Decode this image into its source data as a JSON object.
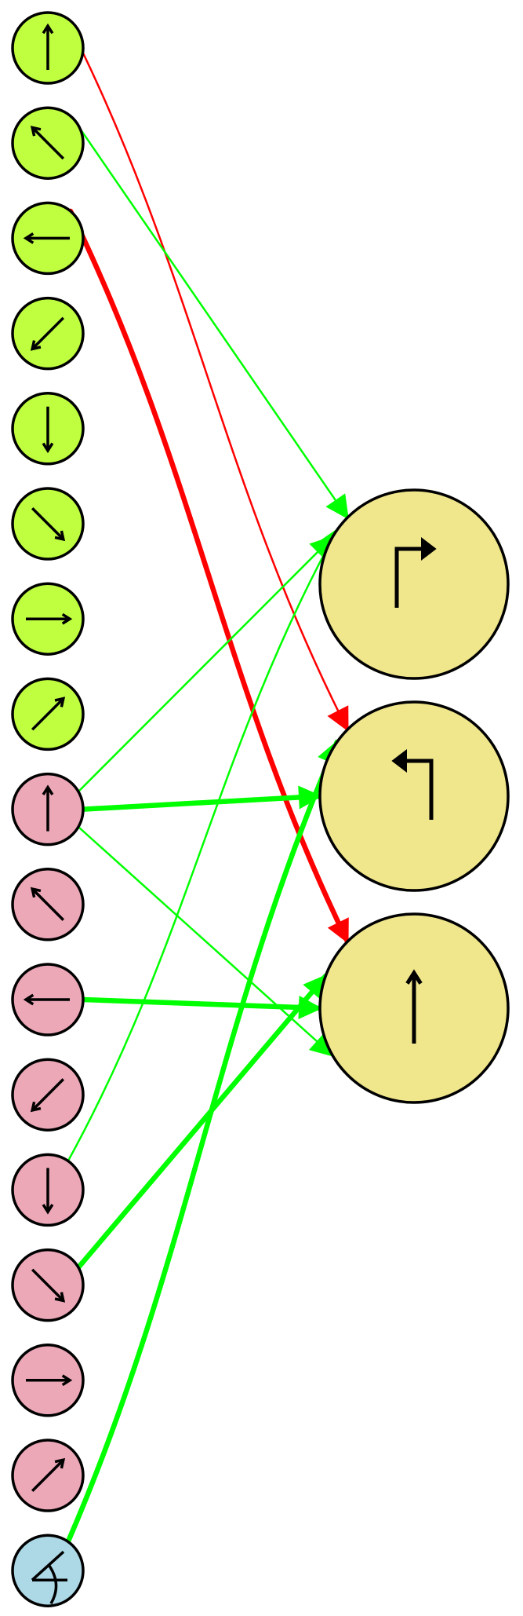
{
  "colors": {
    "node_green": "#bfff40",
    "node_pink": "#eda8b8",
    "node_blue": "#add8e6",
    "node_target": "#f0e68c",
    "edge_excitatory": "#00ff00",
    "edge_inhibitory": "#ff0000",
    "outline": "#000000"
  },
  "source_nodes": [
    {
      "id": "g-up",
      "group": "green",
      "icon": "arrow-up-icon"
    },
    {
      "id": "g-up-left",
      "group": "green",
      "icon": "arrow-up-left-icon"
    },
    {
      "id": "g-left",
      "group": "green",
      "icon": "arrow-left-icon"
    },
    {
      "id": "g-down-left",
      "group": "green",
      "icon": "arrow-down-left-icon"
    },
    {
      "id": "g-down",
      "group": "green",
      "icon": "arrow-down-icon"
    },
    {
      "id": "g-down-right",
      "group": "green",
      "icon": "arrow-down-right-icon"
    },
    {
      "id": "g-right",
      "group": "green",
      "icon": "arrow-right-icon"
    },
    {
      "id": "g-up-right",
      "group": "green",
      "icon": "arrow-up-right-icon"
    },
    {
      "id": "p-up",
      "group": "pink",
      "icon": "arrow-up-icon"
    },
    {
      "id": "p-up-left",
      "group": "pink",
      "icon": "arrow-up-left-icon"
    },
    {
      "id": "p-left",
      "group": "pink",
      "icon": "arrow-left-icon"
    },
    {
      "id": "p-down-left",
      "group": "pink",
      "icon": "arrow-down-left-icon"
    },
    {
      "id": "p-down",
      "group": "pink",
      "icon": "arrow-down-icon"
    },
    {
      "id": "p-down-right",
      "group": "pink",
      "icon": "arrow-down-right-icon"
    },
    {
      "id": "p-right",
      "group": "pink",
      "icon": "arrow-right-icon"
    },
    {
      "id": "p-up-right",
      "group": "pink",
      "icon": "arrow-up-right-icon"
    },
    {
      "id": "b-sensor",
      "group": "blue",
      "icon": "angle-sensor-icon"
    }
  ],
  "target_nodes": [
    {
      "id": "t-turn-right",
      "icon": "turn-right-icon"
    },
    {
      "id": "t-turn-left",
      "icon": "turn-left-icon"
    },
    {
      "id": "t-forward",
      "icon": "arrow-up-icon"
    }
  ],
  "edges": [
    {
      "from": "g-up",
      "to": "t-turn-left",
      "type": "inhibitory",
      "weight": "thin"
    },
    {
      "from": "g-up-left",
      "to": "t-turn-right",
      "type": "excitatory",
      "weight": "thin"
    },
    {
      "from": "g-left",
      "to": "t-forward",
      "type": "inhibitory",
      "weight": "thick"
    },
    {
      "from": "p-up",
      "to": "t-turn-right",
      "type": "excitatory",
      "weight": "thin"
    },
    {
      "from": "p-up",
      "to": "t-turn-left",
      "type": "excitatory",
      "weight": "thick"
    },
    {
      "from": "p-up",
      "to": "t-forward",
      "type": "excitatory",
      "weight": "thin"
    },
    {
      "from": "p-left",
      "to": "t-forward",
      "type": "excitatory",
      "weight": "thick"
    },
    {
      "from": "p-down",
      "to": "t-turn-right",
      "type": "excitatory",
      "weight": "thin"
    },
    {
      "from": "p-down-right",
      "to": "t-forward",
      "type": "excitatory",
      "weight": "thick"
    },
    {
      "from": "b-sensor",
      "to": "t-turn-left",
      "type": "excitatory",
      "weight": "thick"
    }
  ]
}
